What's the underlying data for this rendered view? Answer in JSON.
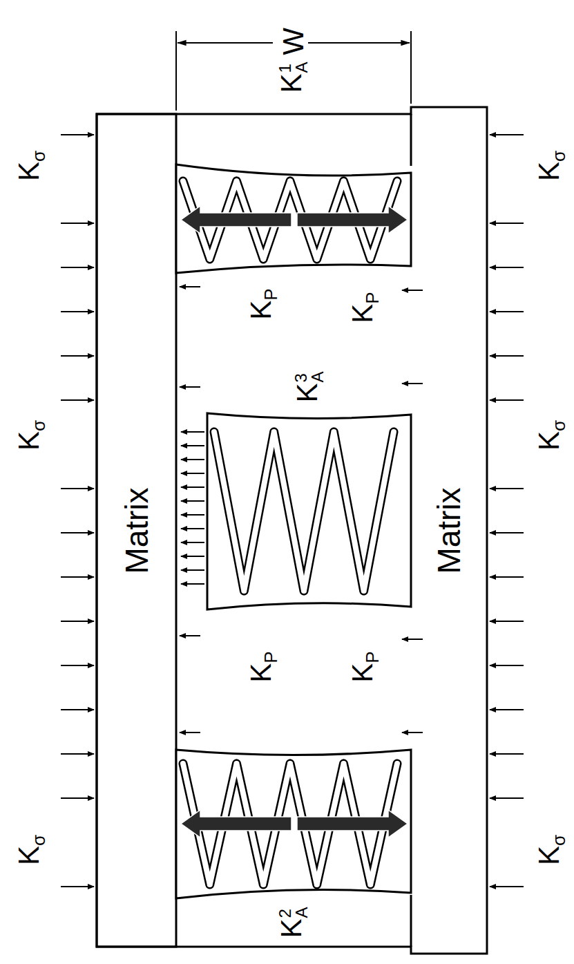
{
  "diagram": {
    "nodes": [
      {
        "text": [
          "Matrix"
        ]
      },
      {
        "text": [
          "Matrix"
        ]
      }
    ],
    "labels": [
      "W",
      "KA1",
      "Kσ",
      "Kσ",
      "Kσ",
      "Kσ",
      "Kσ",
      "Kσ",
      "KP",
      "KP",
      "KA3",
      "KP",
      "KP",
      "KA2"
    ]
  }
}
